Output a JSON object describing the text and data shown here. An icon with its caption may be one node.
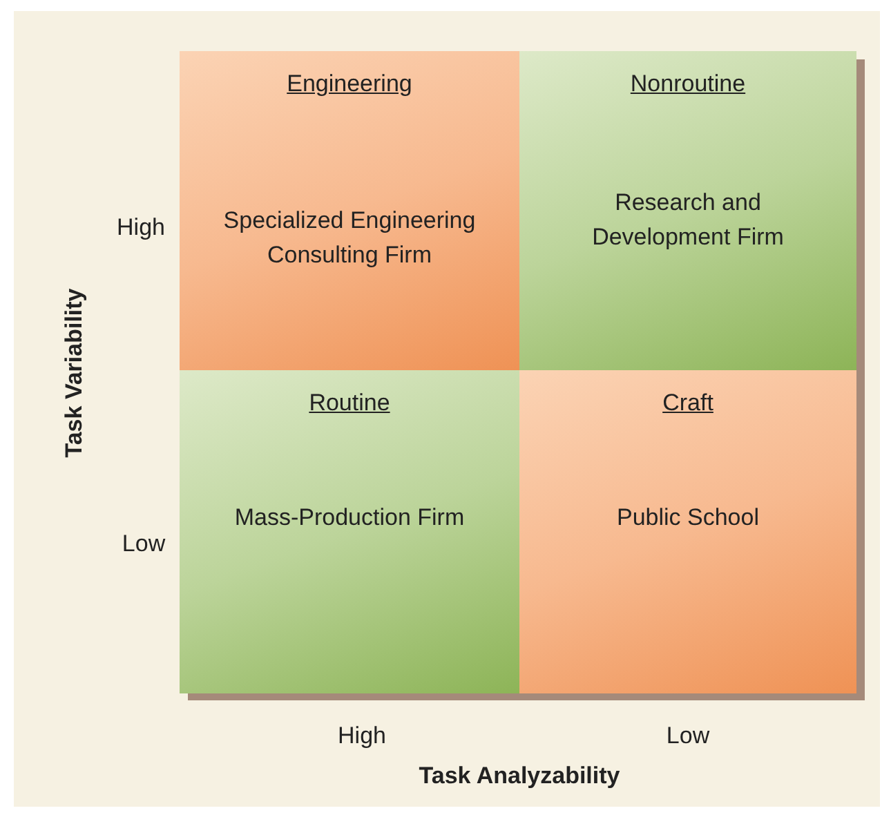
{
  "diagram": {
    "nodes": [
      {
        "text": [
          "Engineering",
          "Specialized Engineering Consulting Firm"
        ]
      },
      {
        "text": [
          "Nonroutine",
          "Research and Development Firm"
        ]
      },
      {
        "text": [
          "Routine",
          "Mass-Production Firm"
        ]
      },
      {
        "text": [
          "Craft",
          "Public School"
        ]
      }
    ],
    "edges": [],
    "labels": [
      "Task Variability",
      "High",
      "Low",
      "High",
      "Low",
      "Task Analyzability"
    ]
  }
}
